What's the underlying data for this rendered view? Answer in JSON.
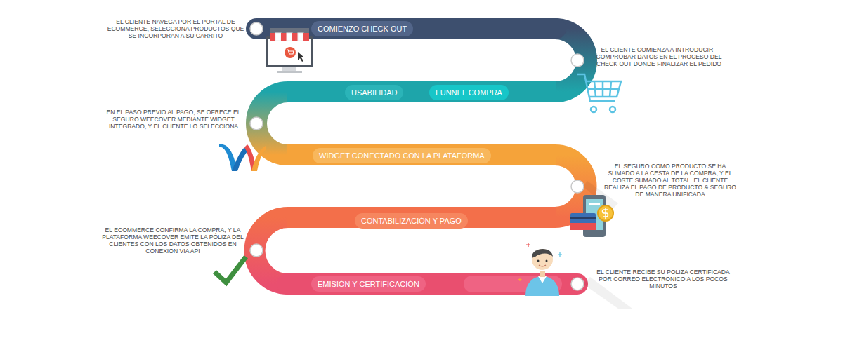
{
  "diagram": {
    "nodes": [
      {
        "text": [
          "COMIENZO CHECK OUT"
        ]
      },
      {
        "text": [
          "USABILIDAD"
        ]
      },
      {
        "text": [
          "FUNNEL COMPRA"
        ]
      },
      {
        "text": [
          "WIDGET CONECTADO CON LA PLATAFORMA"
        ]
      },
      {
        "text": [
          "CONTABILIZACIÓN Y PAGO"
        ]
      },
      {
        "text": [
          "EMISIÓN Y CERTIFICACIÓN"
        ]
      }
    ],
    "labels": [
      "EL CLIENTE NAVEGA POR EL PORTAL DE ECOMMERCE, SELECCIONA PRODUCTOS QUE SE INCORPORAN A SU CARRITO",
      "EL CLIENTE COMIENZA A INTRODUCIR - COMPROBAR DATOS EN EL PROCESO DEL CHECK OUT DONDE FINALIZAR EL PEDIDO",
      "EN EL PASO PREVIO AL PAGO, SE OFRECE EL SEGURO WEECOVER MEDIANTE WIDGET INTEGRADO, Y EL CLIENTE LO SELECCIONA",
      "EL SEGURO COMO PRODUCTO SE HA SUMADO A LA CESTA DE LA COMPRA, Y EL COSTE SUMADO AL TOTAL. EL CLIENTE REALIZA EL PAGO DE PRODUCTO & SEGURO DE MANERA UNIFICADA",
      "EL ECOMMERCE CONFIRMA LA COMPRA, Y LA PLATAFORMA WEECOVER EMITE LA PÓLIZA DEL CLIENTES CON LOS DATOS OBTENIDOS EN CONEXIÓN VÍA API",
      "EL CLIENTE RECIBE SU PÓLIZA CERTIFICADA POR CORREO ELECTRÓNICO A LOS POCOS MINUTOS"
    ]
  }
}
